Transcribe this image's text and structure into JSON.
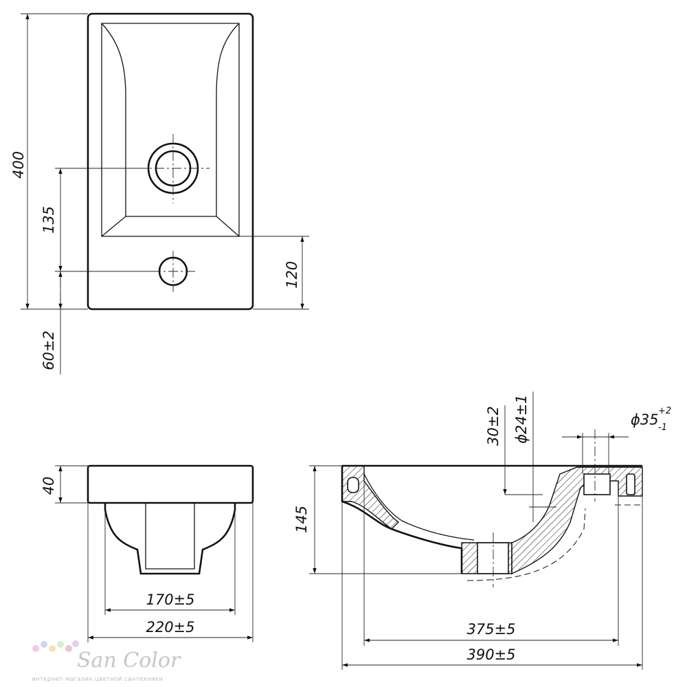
{
  "dimensions": {
    "length": "400",
    "drain_offset": "135",
    "tap_offset": "120",
    "overhang": "60±2",
    "rim_height": "40",
    "inner_width": "170±5",
    "outer_width": "220±5",
    "bowl_depth": "145",
    "drain_depth": "30±2",
    "drain_diameter": "ϕ24±1",
    "tap_hole_diameter": "ϕ35",
    "tap_hole_tol_upper": "+2",
    "tap_hole_tol_lower": "-1",
    "inner_length": "375±5",
    "outer_length": "390±5"
  },
  "watermark": {
    "brand": "San Color",
    "tagline": "интернет-магазин цветной сантехники",
    "dot_colors": [
      "#f4c9e0",
      "#c9d7f4",
      "#f7e3b5",
      "#d5f0c7",
      "#f3c3c3",
      "#e1cff2"
    ]
  }
}
